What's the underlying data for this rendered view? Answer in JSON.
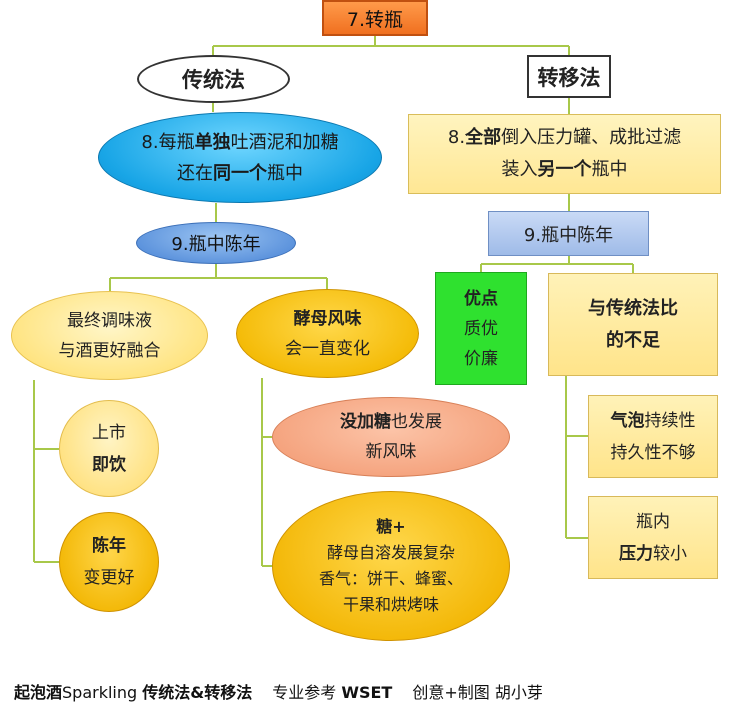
{
  "title": "7.转瓶",
  "traditional": {
    "heading": "传统法",
    "step8": {
      "p1": "8.每瓶",
      "p2": "单独",
      "p3": "吐酒泥和加糖",
      "p4": "还在",
      "p5": "同一个",
      "p6": "瓶中"
    },
    "step9": "9.瓶中陈年",
    "final_liquor": {
      "line1": "最终调味液",
      "line2": "与酒更好融合"
    },
    "market": {
      "line1": "上市",
      "line2": "即饮"
    },
    "aging": {
      "line1": "陈年",
      "line2": "变更好"
    },
    "yeast": {
      "line1": "酵母风味",
      "line2": "会一直变化"
    },
    "no_sugar": {
      "p1": "没加糖",
      "p2": "也发展",
      "line2": "新风味"
    },
    "sugar": {
      "line1": "糖+",
      "line2": "酵母自溶发展复杂",
      "line3": "香气：饼干、蜂蜜、",
      "line4": "干果和烘烤味"
    }
  },
  "transfer": {
    "heading": "转移法",
    "step8": {
      "p1": "8.",
      "p2": "全部",
      "p3": "倒入压力罐、成批过滤",
      "p4": "装入",
      "p5": "另一个",
      "p6": "瓶中"
    },
    "step9": "9.瓶中陈年",
    "advantages": {
      "title": "优点",
      "line1": "质优",
      "line2": "价廉"
    },
    "compare": {
      "line1": "与传统法比",
      "line2": "的不足"
    },
    "bubbles": {
      "p1": "气泡",
      "p2": "持续性",
      "line2": "持久性不够"
    },
    "pressure": {
      "line1": "瓶内",
      "p1": "压力",
      "p2": "较小"
    }
  },
  "footer": {
    "p1": "起泡酒",
    "p2": "Sparkling ",
    "p3": "传统法&转移法",
    "p4": "专业参考 ",
    "p5": "WSET",
    "p6": "创意+制图 胡小芽"
  },
  "colors": {
    "connector": "#a8c84a",
    "title_box": "#f07020",
    "blue_ellipse": "#18a5e6",
    "gold": "#f2b400",
    "green_box": "#2fe12f"
  }
}
